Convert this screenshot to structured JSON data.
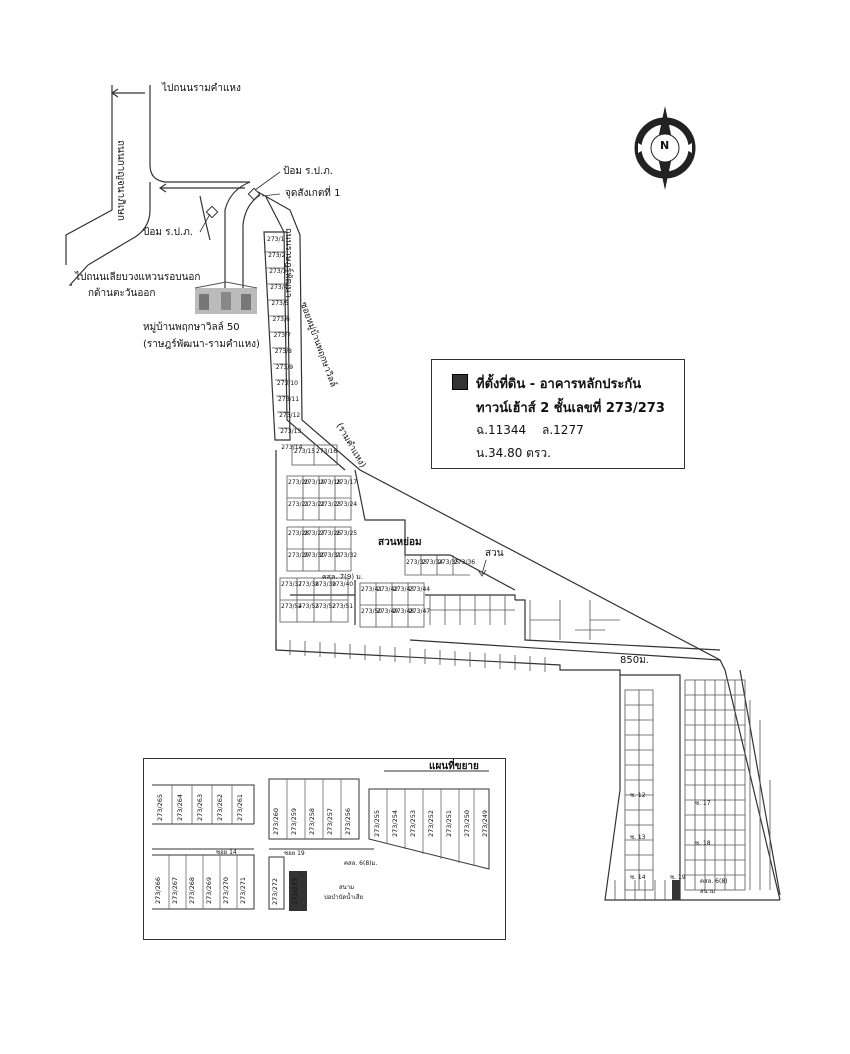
{
  "compass": {
    "letter": "N"
  },
  "roads": {
    "to_ramkhamhaeng": "ไปถนนรามคำแหง",
    "kanchanaphisek": "ถนนกาญจนาภิเษก",
    "to_ring_road": "ไปถนนเลียบวงแหวนรอบนอก",
    "to_ring_road_2": "กด้านตะวันออก",
    "ratphatthana": "ถนนราษฎร์พัฒนา",
    "soi_label": "ซอยหมู่บ้านพฤกษาวิลล์",
    "ramkhamhaeng_paren": "(รามคำแหง)"
  },
  "places": {
    "police_box_1": "ป้อม ร.ป.ภ.",
    "checkpoint_1": "จุดสังเกตที่ 1",
    "police_box_2": "ป้อม ร.ป.ภ.",
    "village_name": "หมู่บ้านพฤกษาวิลล์ 50",
    "village_sub": "(ราษฎร์พัฒนา-รามคำแหง)",
    "garden_main": "สวนหย่อม",
    "garden_small": "สวน",
    "distance": "850ม."
  },
  "legend": {
    "line1": "ที่ตั้งที่ดิน - อาคารหลักประกัน",
    "line2": "ทาวน์เฮ้าส์ 2 ชั้นเลขที่ 273/273",
    "deed": "ฉ.11344",
    "survey": "ล.1277",
    "area": "น.34.80 ตรว."
  },
  "plots_strip": [
    "273/1",
    "273/2",
    "273/3",
    "273/4",
    "273/5",
    "273/6",
    "273/7",
    "273/8",
    "273/9",
    "273/10",
    "273/11",
    "273/12",
    "273/13",
    "273/14"
  ],
  "plots_grid_a": [
    "273/15",
    "273/16"
  ],
  "plots_grid_b": [
    [
      "273/20",
      "273/19",
      "273/18",
      "273/17"
    ],
    [
      "273/21",
      "273/22",
      "273/23",
      "273/24"
    ]
  ],
  "plots_grid_c": [
    [
      "273/28",
      "273/27",
      "273/26",
      "273/25"
    ],
    [
      "273/29",
      "273/30",
      "273/31",
      "273/32"
    ]
  ],
  "plots_grid_d": [
    [
      "273/37",
      "273/38",
      "273/39",
      "273/40"
    ],
    [
      "273/54",
      "273/53",
      "273/52",
      "273/51"
    ]
  ],
  "plots_grid_e": [
    "273/33",
    "273/34",
    "273/35",
    "273/36"
  ],
  "plots_grid_f": [
    [
      "273/41",
      "273/42",
      "273/43",
      "273/44"
    ],
    [
      "273/50",
      "273/49",
      "273/48",
      "273/47"
    ]
  ],
  "road_7": "คสล. 7(9) ม.",
  "soi_labels": {
    "s12": "ซ. 12",
    "s17": "ซ. 17",
    "s13": "ซ. 13",
    "s18": "ซ. 18",
    "s14": "ซ. 14",
    "s19": "ซ. 19",
    "road6": "คสล. 6(8)",
    "field": "สนาม"
  },
  "inset": {
    "title": "แผนที่ขยาย",
    "top_left": [
      "273/265",
      "273/264",
      "273/263",
      "273/262",
      "273/261"
    ],
    "top_mid": [
      "273/260",
      "273/259",
      "273/258",
      "273/257",
      "273/256"
    ],
    "top_right": [
      "273/255",
      "273/254",
      "273/253",
      "273/252",
      "273/251",
      "273/250",
      "273/249"
    ],
    "bot_left": [
      "273/266",
      "273/267",
      "273/268",
      "273/269",
      "273/270",
      "273/271"
    ],
    "bot_mid": [
      "273/272",
      "273/273"
    ],
    "soi14": "ซอย 14",
    "soi19": "ซอย 19",
    "road": "คสล. 6(8)ม.",
    "field": "สนาม",
    "pond": "บ่อบำบัดน้ำเสีย"
  },
  "colors": {
    "line": "#333333",
    "highlight": "#333333"
  }
}
